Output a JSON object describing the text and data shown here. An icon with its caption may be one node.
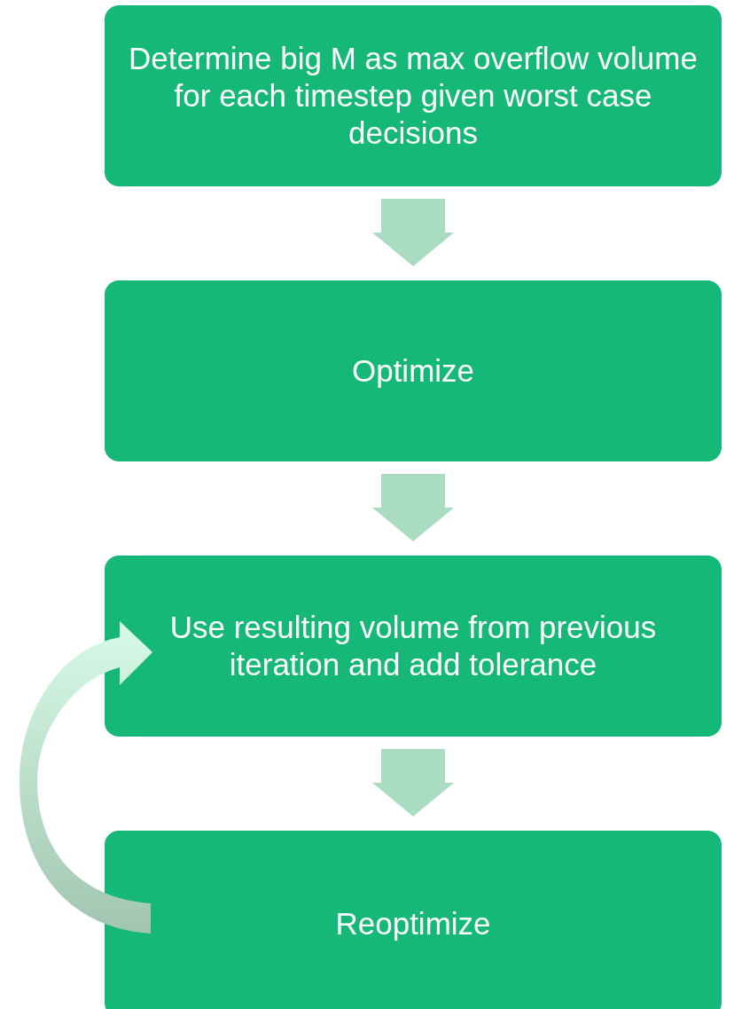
{
  "diagram": {
    "nodes": [
      {
        "text": [
          "Determine big M as max overflow volume for each timestep given worst case decisions"
        ]
      },
      {
        "text": [
          "Optimize"
        ]
      },
      {
        "text": [
          "Use resulting volume from previous iteration and add tolerance"
        ]
      },
      {
        "text": [
          "Reoptimize"
        ]
      }
    ],
    "edges": [
      {
        "from": 0,
        "to": 1,
        "arrow": "to"
      },
      {
        "from": 1,
        "to": 2,
        "arrow": "to"
      },
      {
        "from": 2,
        "to": 3,
        "arrow": "to"
      },
      {
        "from": 3,
        "to": 2,
        "arrow": "to"
      }
    ]
  }
}
